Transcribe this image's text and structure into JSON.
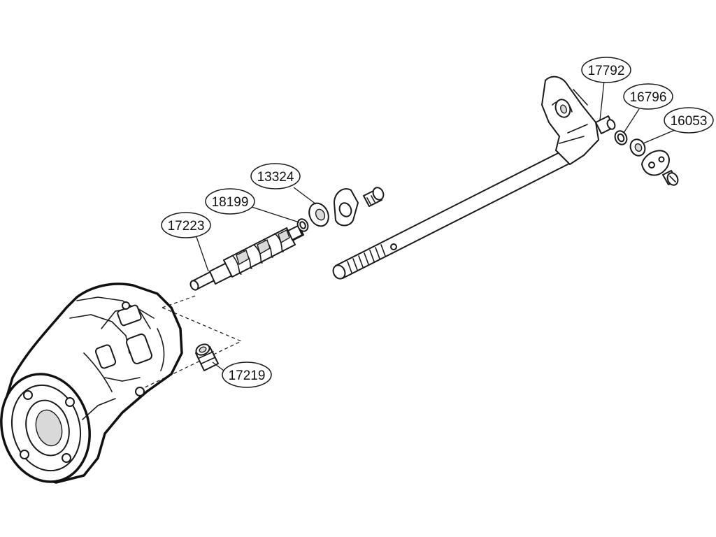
{
  "callouts": [
    {
      "id": "c-17792",
      "number": "17792"
    },
    {
      "id": "c-16796",
      "number": "16796"
    },
    {
      "id": "c-16053",
      "number": "16053"
    },
    {
      "id": "c-13324",
      "number": "13324"
    },
    {
      "id": "c-18199",
      "number": "18199"
    },
    {
      "id": "c-17223",
      "number": "17223"
    },
    {
      "id": "c-17219",
      "number": "17219"
    }
  ]
}
